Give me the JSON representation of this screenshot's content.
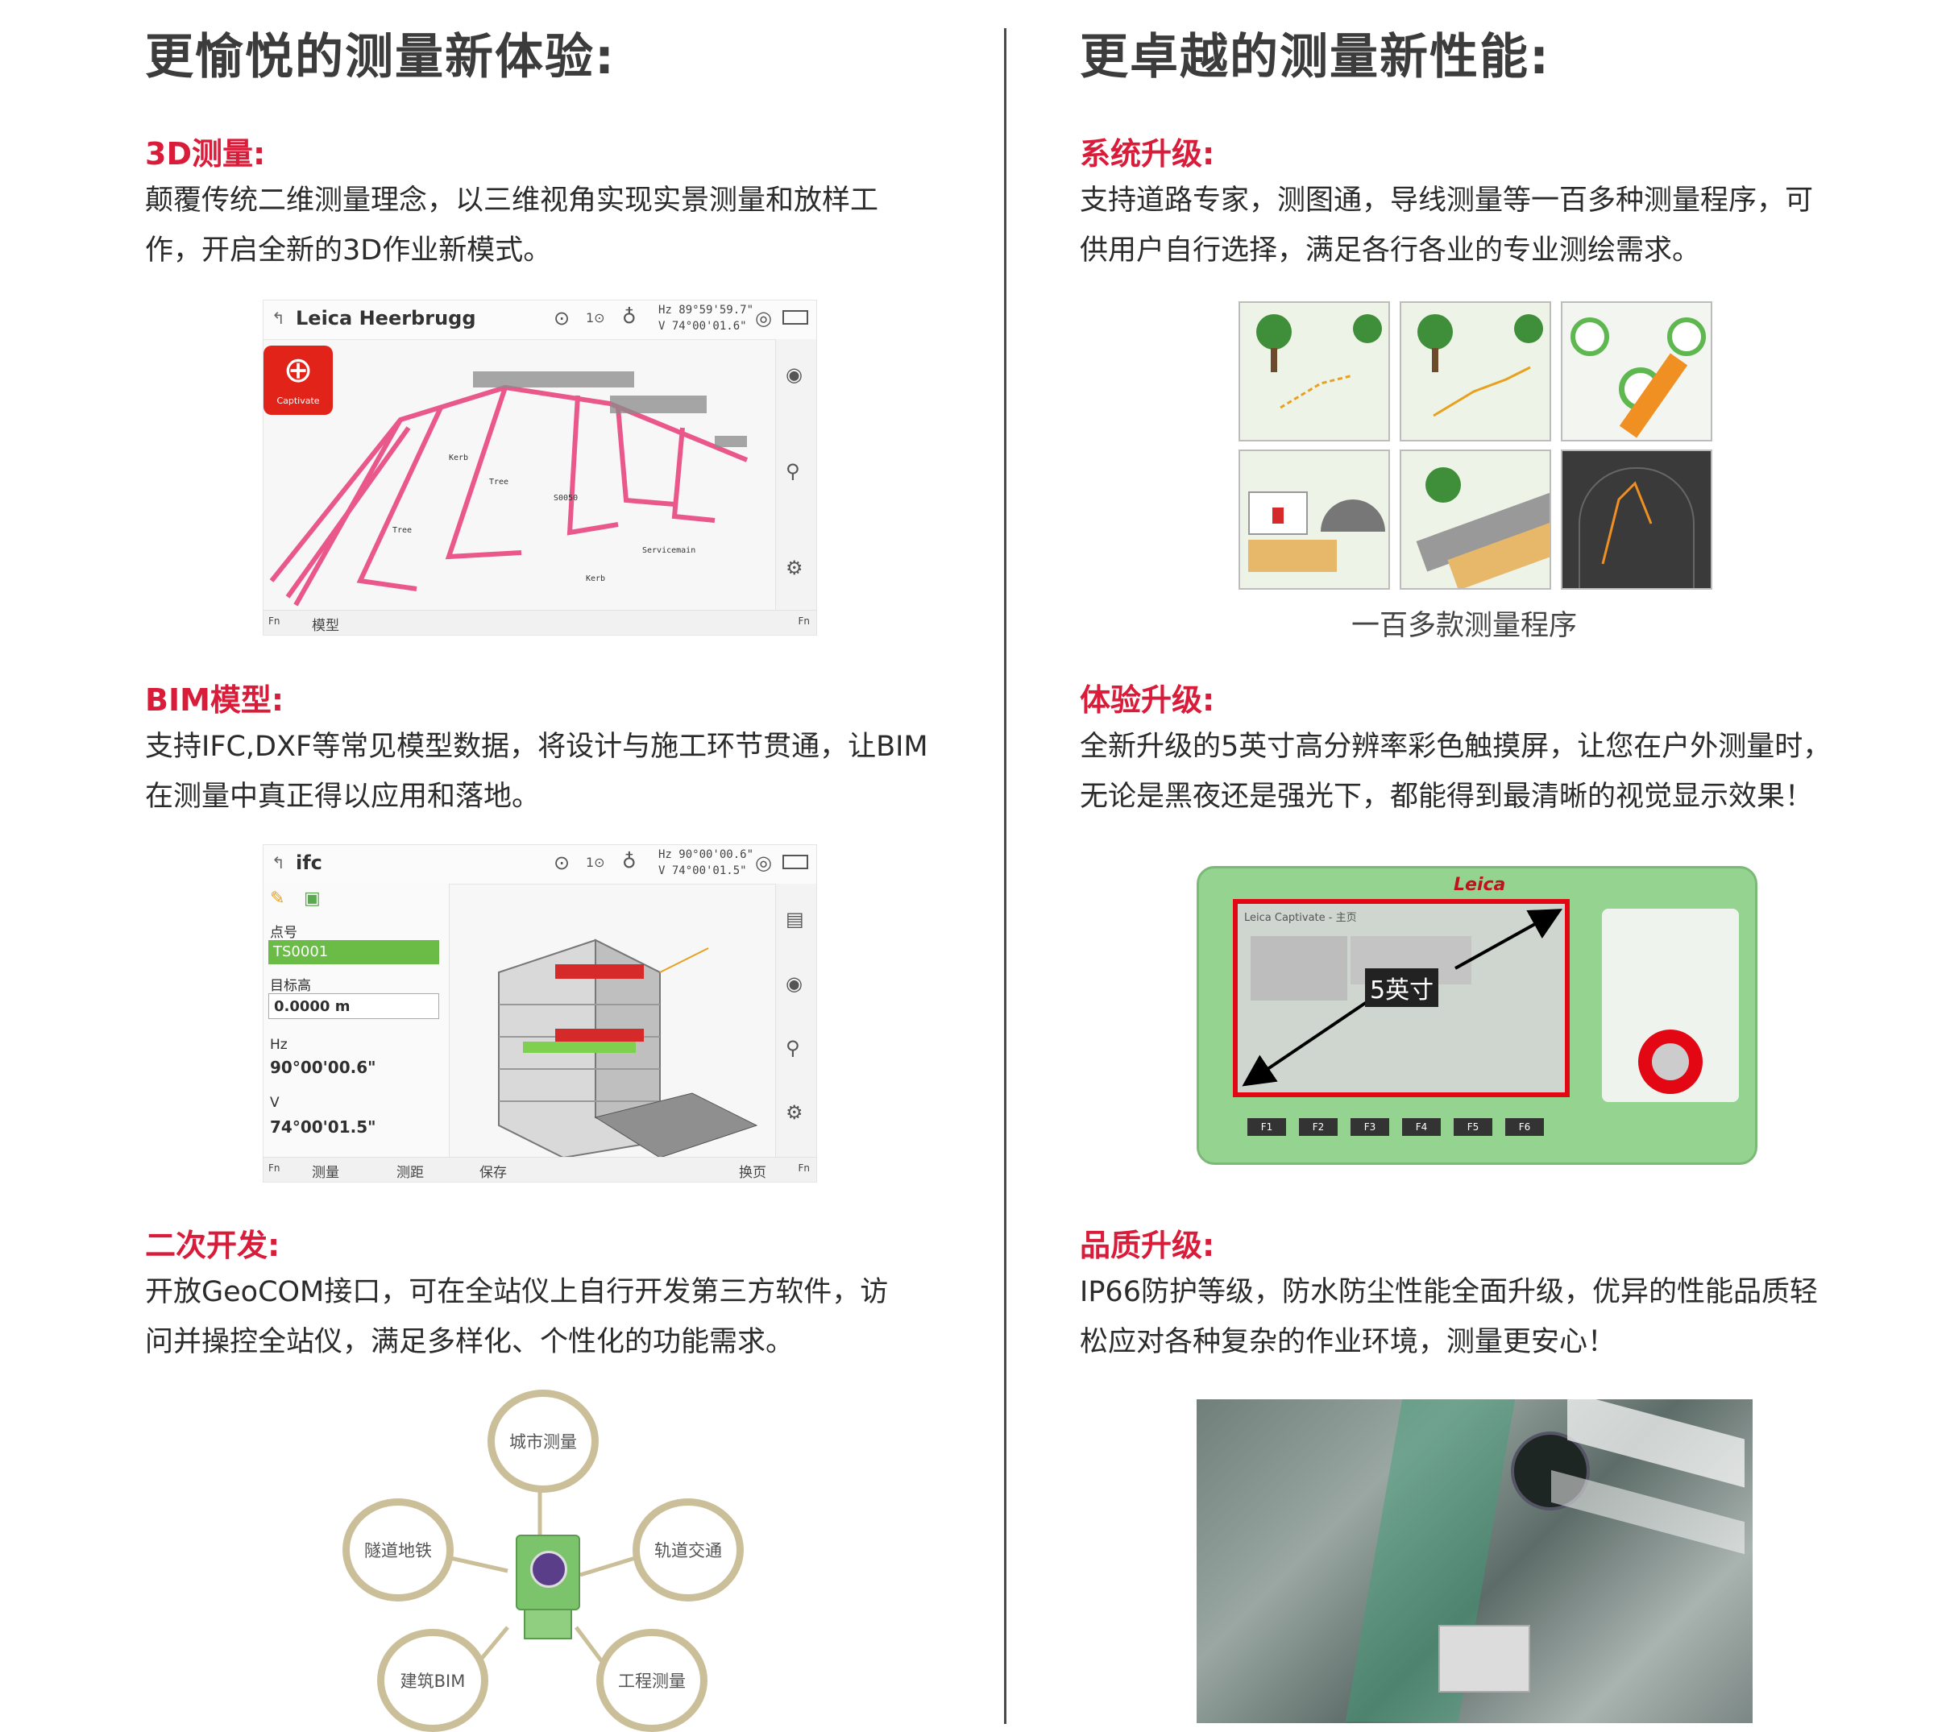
{
  "left": {
    "heading": "更愉悦的测量新体验:",
    "s1": {
      "title": "3D测量:",
      "l1": "颠覆传统二维测量理念，以三维视角实现实景测量和放样工",
      "l2": "作，开启全新的3D作业新模式。"
    },
    "shot1": {
      "title": "Leica Heerbrugg",
      "angle_hz": "Hz 89°59'59.7\"",
      "angle_v": "V  74°00'01.6\"",
      "logo": "Captivate",
      "fn1": "Fn",
      "tab": "模型",
      "fn2": "Fn"
    },
    "s2": {
      "title": "BIM模型:",
      "l1": "支持IFC,DXF等常见模型数据，将设计与施工环节贯通，让BIM",
      "l2": "在测量中真正得以应用和落地。"
    },
    "shot2": {
      "title": "ifc",
      "angle_hz": "Hz 90°00'00.6\"",
      "angle_v": "V  74°00'01.5\"",
      "point_label": "点号",
      "point_value": "TS0001",
      "target_label": "目标高",
      "target_value": "0.0000 m",
      "hz_label": "Hz",
      "hz_value": "90°00'00.6\"",
      "v_label": "V",
      "v_value": "74°00'01.5\"",
      "fn1": "Fn",
      "btn1": "测量",
      "btn2": "测距",
      "btn3": "保存",
      "btn4": "换页",
      "fn2": "Fn"
    },
    "s3": {
      "title": "二次开发:",
      "l1": "开放GeoCOM接口，可在全站仪上自行开发第三方软件，访",
      "l2": "问并操控全站仪，满足多样化、个性化的功能需求。"
    },
    "circles": {
      "top": "城市测量",
      "left": "隧道地铁",
      "right": "轨道交通",
      "bl": "建筑BIM",
      "br": "工程测量"
    }
  },
  "right": {
    "heading": "更卓越的测量新性能:",
    "s1": {
      "title": "系统升级:",
      "l1": "支持道路专家，测图通，导线测量等一百多种测量程序，可",
      "l2": "供用户自行选择，满足各行各业的专业测绘需求。"
    },
    "grid_caption": "一百多款测量程序",
    "s2": {
      "title": "体验升级:",
      "l1": "全新升级的5英寸高分辨率彩色触摸屏，让您在户外测量时，",
      "l2": "无论是黑夜还是强光下，都能得到最清晰的视觉显示效果！"
    },
    "device": {
      "brand": "Leica",
      "screen_title": "Leica Captivate - 主页",
      "size_label": "5英寸",
      "fkeys": [
        "F1",
        "F2",
        "F3",
        "F4",
        "F5",
        "F6"
      ]
    },
    "s3": {
      "title": "品质升级:",
      "l1": "IP66防护等级，防水防尘性能全面升级，优异的性能品质轻",
      "l2": "松应对各种复杂的作业环境，测量更安心！"
    }
  },
  "colors": {
    "accent": "#d81c3a",
    "device_green": "#8fcf8a",
    "circle_border": "#cbbf9a"
  }
}
